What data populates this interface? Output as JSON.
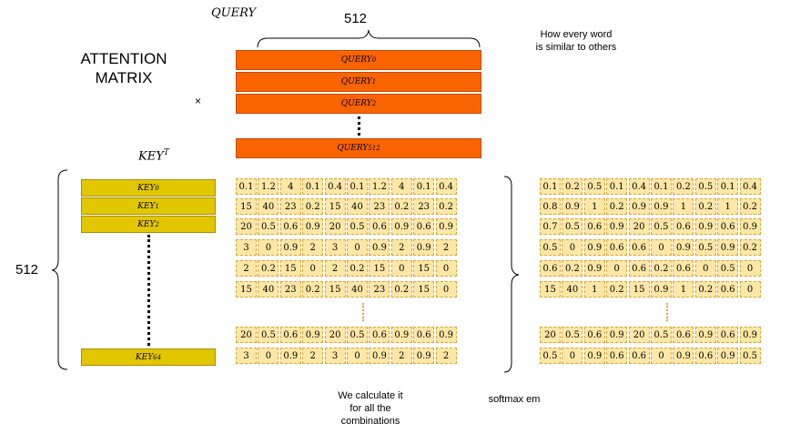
{
  "title": [
    "ATTENTION",
    "MATRIX"
  ],
  "query_label": "QUERY",
  "key_label": "KEY",
  "key_sup": "T",
  "dim_top": "512",
  "dim_left": "512",
  "times": "×",
  "query_rows": [
    {
      "name": "QUERY",
      "sub": "0"
    },
    {
      "name": "QUERY",
      "sub": "1"
    },
    {
      "name": "QUERY",
      "sub": "2"
    },
    {
      "name": "QUERY",
      "sub": "512"
    }
  ],
  "key_rows": [
    {
      "name": "KEY",
      "sub": "0"
    },
    {
      "name": "KEY",
      "sub": "1"
    },
    {
      "name": "KEY",
      "sub": "2"
    },
    {
      "name": "KEY",
      "sub": "64"
    }
  ],
  "notes": {
    "similarity": [
      "How  every word",
      "is similar to others"
    ],
    "calc": [
      "We calculate it",
      "for all the",
      "combinations"
    ],
    "softmax": "softmax em"
  },
  "attention_matrix": [
    [
      "0.1",
      "1.2",
      "4",
      "0.1",
      "0.4",
      "0.1",
      "1.2",
      "4",
      "0.1",
      "0.4"
    ],
    [
      "15",
      "40",
      "23",
      "0.2",
      "15",
      "40",
      "23",
      "0.2",
      "23",
      "0.2"
    ],
    [
      "20",
      "0.5",
      "0.6",
      "0.9",
      "20",
      "0.5",
      "0.6",
      "0.9",
      "0.6",
      "0.9"
    ],
    [
      "3",
      "0",
      "0.9",
      "2",
      "3",
      "0",
      "0.9",
      "2",
      "0.9",
      "2"
    ],
    [
      "2",
      "0.2",
      "15",
      "0",
      "2",
      "0.2",
      "15",
      "0",
      "15",
      "0"
    ],
    [
      "15",
      "40",
      "23",
      "0.2",
      "15",
      "40",
      "23",
      "0.2",
      "15",
      "0"
    ],
    [
      "20",
      "0.5",
      "0.6",
      "0.9",
      "20",
      "0.5",
      "0.6",
      "0.9",
      "0.6",
      "0.9"
    ],
    [
      "3",
      "0",
      "0.9",
      "2",
      "3",
      "0",
      "0.9",
      "2",
      "0.9",
      "2"
    ]
  ],
  "softmax_matrix": [
    [
      "0.1",
      "0.2",
      "0.5",
      "0.1",
      "0.4",
      "0.1",
      "0.2",
      "0.5",
      "0.1",
      "0.4"
    ],
    [
      "0.8",
      "0.9",
      "1",
      "0.2",
      "0.9",
      "0.9",
      "1",
      "0.2",
      "1",
      "0.2"
    ],
    [
      "0.7",
      "0.5",
      "0.6",
      "0.9",
      "20",
      "0.5",
      "0.6",
      "0.9",
      "0.6",
      "0.9"
    ],
    [
      "0.5",
      "0",
      "0.9",
      "0.6",
      "0.6",
      "0",
      "0.9",
      "0.5",
      "0.9",
      "0.2"
    ],
    [
      "0.6",
      "0.2",
      "0.9",
      "0",
      "0.6",
      "0.2",
      "0.6",
      "0",
      "0.5",
      "0"
    ],
    [
      "15",
      "40",
      "1",
      "0.2",
      "15",
      "0.9",
      "1",
      "0.2",
      "0.6",
      "0"
    ],
    [
      "20",
      "0.5",
      "0.6",
      "0.9",
      "20",
      "0.5",
      "0.6",
      "0.9",
      "0.6",
      "0.9"
    ],
    [
      "0.5",
      "0",
      "0.9",
      "0.6",
      "0.6",
      "0",
      "0.9",
      "0.6",
      "0.9",
      "0.5"
    ]
  ]
}
